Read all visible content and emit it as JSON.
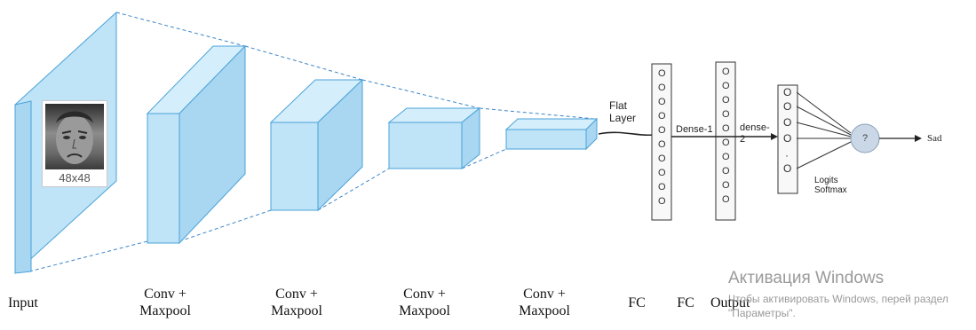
{
  "input_image": {
    "size_label": "48x48"
  },
  "layers": {
    "flat_layer": "Flat\nLayer",
    "dense1": "Dense-1",
    "dense2": "dense-\n2",
    "logits": "Logits\nSoftmax",
    "output_node": "?",
    "output_class": "Sad",
    "output_dots": "·"
  },
  "neuron_glyph": "O",
  "bottom_labels": {
    "input": "Input",
    "conv1": "Conv +\nMaxpool",
    "conv2": "Conv +\nMaxpool",
    "conv3": "Conv +\nMaxpool",
    "conv4": "Conv +\nMaxpool",
    "fc1": "FC",
    "fc2": "FC",
    "output": "Output"
  },
  "watermark": {
    "title": "Активация Windows",
    "body": "Чтобы активировать Windows, перей раздел \"Параметры\"."
  },
  "colors": {
    "block_fill": "#bfe3f7",
    "block_edge": "#4aa3d8",
    "dash": "#3d85c6"
  }
}
